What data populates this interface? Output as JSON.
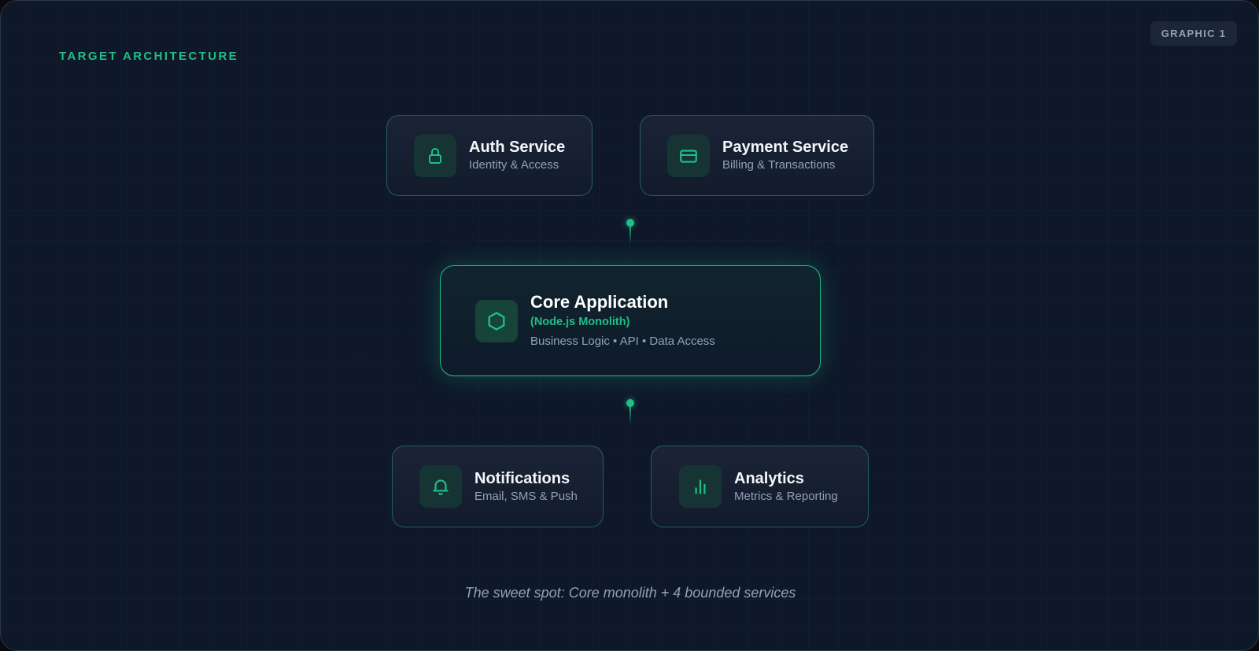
{
  "header": {
    "section_title": "TARGET ARCHITECTURE",
    "badge": "GRAPHIC 1"
  },
  "colors": {
    "accent": "#1fbf86",
    "background": "#0f1829",
    "card_bg": "#1b2436",
    "text_primary": "#f3f6fa",
    "text_secondary": "#93a1b6"
  },
  "services": [
    {
      "id": "auth",
      "title": "Auth Service",
      "subtitle": "Identity & Access",
      "icon": "lock-icon"
    },
    {
      "id": "payment",
      "title": "Payment Service",
      "subtitle": "Billing & Transactions",
      "icon": "credit-card-icon"
    },
    {
      "id": "notifications",
      "title": "Notifications",
      "subtitle": "Email, SMS & Push",
      "icon": "bell-icon"
    },
    {
      "id": "analytics",
      "title": "Analytics",
      "subtitle": "Metrics & Reporting",
      "icon": "bar-chart-icon"
    }
  ],
  "core": {
    "title": "Core Application",
    "tech": "(Node.js Monolith)",
    "description": "Business Logic • API • Data Access",
    "icon": "hexagon-icon"
  },
  "caption": "The sweet spot: Core monolith + 4 bounded services"
}
